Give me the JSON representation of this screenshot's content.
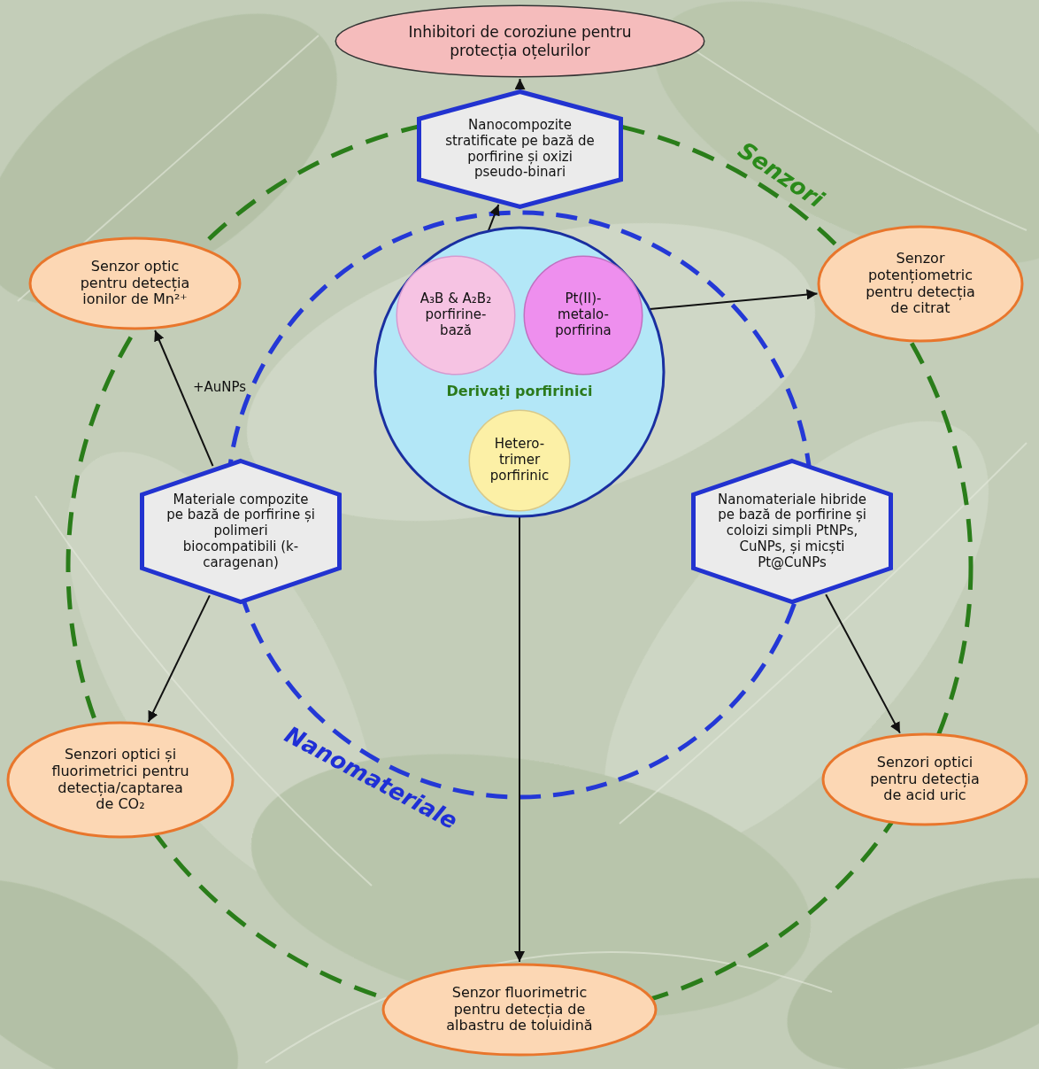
{
  "diagram": {
    "nodes": [
      {
        "text": [
          "Inhibitori de coroziune pentru protecția oțelurilor"
        ]
      },
      {
        "text": [
          "Senzor optic pentru detecția ionilor de Mn²⁺"
        ]
      },
      {
        "text": [
          "Nanocompozite stratificate pe bază de porfirine și oxizi pseudo-binari"
        ]
      },
      {
        "text": [
          "Senzor potențiometric pentru detecția de citrat"
        ]
      },
      {
        "text": [
          "Materiale compozite pe bază de porfirine și polimeri biocompatibili (k-caragenan)"
        ]
      },
      {
        "text": [
          "Derivați porfirinici"
        ]
      },
      {
        "text": [
          "A₃B & A₂B₂ porfirine- bază"
        ],
        "in": 5
      },
      {
        "text": [
          "Pt(II)- metalo- porfirina"
        ],
        "in": 5
      },
      {
        "text": [
          "Hetero- trimer porfirinic"
        ],
        "in": 5
      },
      {
        "text": [
          "Nanomateriale hibride pe bază de porfirine și coloizi simpli PtNPs, CuNPs, și micști Pt@CuNPs"
        ]
      },
      {
        "text": [
          "Senzori optici și fluorimetrici pentru detecția/captarea de CO₂"
        ]
      },
      {
        "text": [
          "Senzori optici pentru detecția de acid uric"
        ]
      },
      {
        "text": [
          "Senzor fluorimetric pentru detecția de albastru de toluidină"
        ]
      }
    ],
    "edges": [
      {
        "from": 2,
        "to": 0,
        "arrow": "to"
      },
      {
        "from": 6,
        "to": 2,
        "arrow": "to"
      },
      {
        "from": 7,
        "to": 3,
        "arrow": "to"
      },
      {
        "from": 4,
        "to": 1,
        "label": "+AuNPs",
        "arrow": "to"
      },
      {
        "from": 4,
        "to": 10,
        "arrow": "to"
      },
      {
        "from": 9,
        "to": 11,
        "arrow": "to"
      },
      {
        "from": 8,
        "to": 12,
        "arrow": "to"
      }
    ],
    "labels": [
      "Senzori",
      "Nanomateriale"
    ]
  }
}
